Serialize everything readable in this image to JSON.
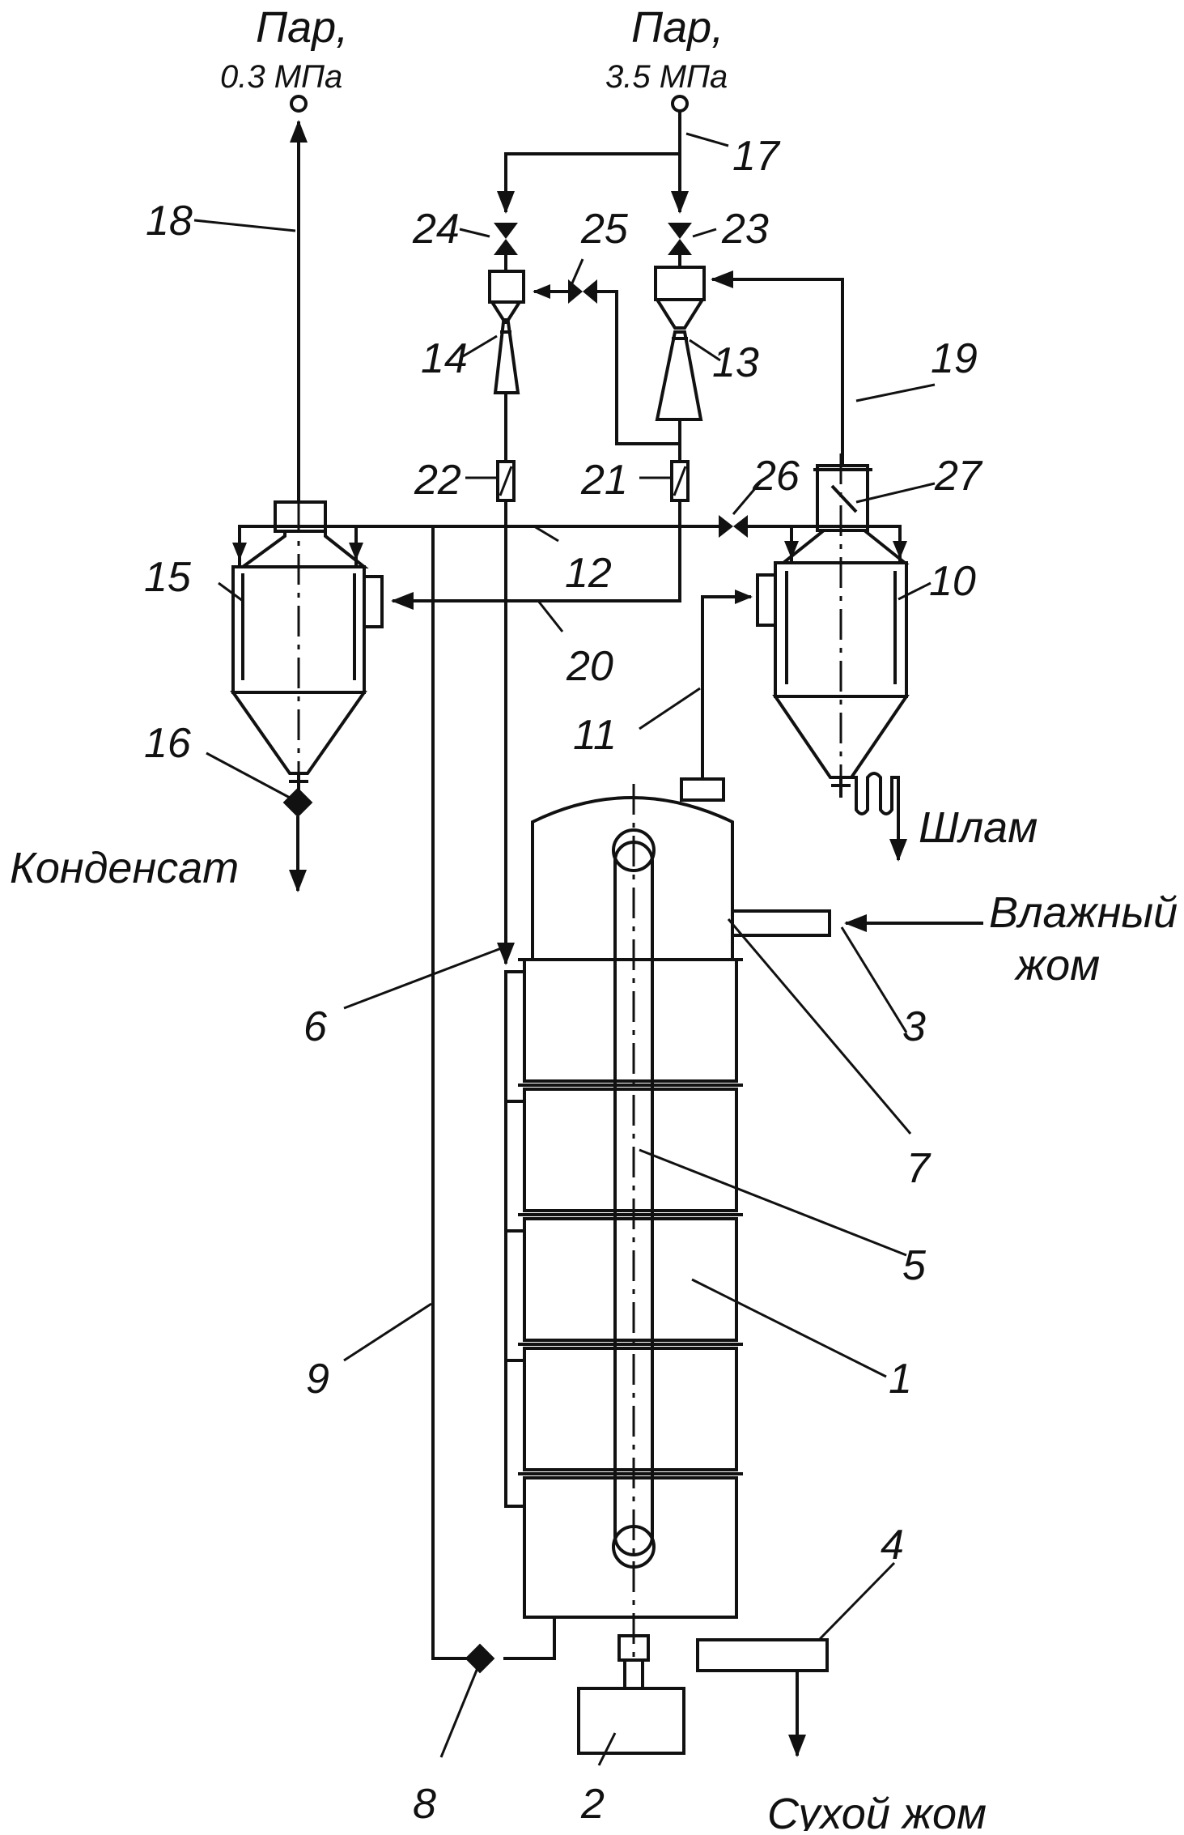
{
  "labels": {
    "steam_low": "Пар,",
    "steam_low_pressure": "0.3 МПа",
    "steam_high": "Пар,",
    "steam_high_pressure": "3.5 МПа",
    "condensate": "Конденсат",
    "sludge": "Шлам",
    "wet_pulp_1": "Влажный",
    "wet_pulp_2": "жом",
    "dry_pulp": "Сухой жом"
  },
  "numbers": {
    "n1": "1",
    "n2": "2",
    "n3": "3",
    "n4": "4",
    "n5": "5",
    "n6": "6",
    "n7": "7",
    "n8": "8",
    "n9": "9",
    "n10": "10",
    "n11": "11",
    "n12": "12",
    "n13": "13",
    "n14": "14",
    "n15": "15",
    "n16": "16",
    "n17": "17",
    "n18": "18",
    "n19": "19",
    "n20": "20",
    "n21": "21",
    "n22": "22",
    "n23": "23",
    "n24": "24",
    "n25": "25",
    "n26": "26",
    "n27": "27"
  },
  "colors": {
    "line": "#111111",
    "background": "#ffffff"
  }
}
